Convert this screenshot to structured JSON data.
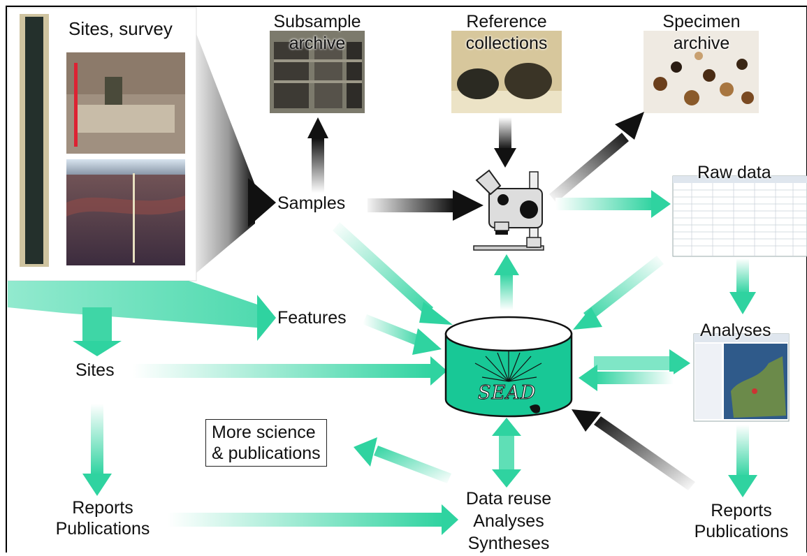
{
  "photos": {
    "sites_survey": "Sites, survey",
    "subsample_archive": [
      "Subsample",
      "archive"
    ],
    "reference_collections": [
      "Reference",
      "collections"
    ],
    "specimen_archive": [
      "Specimen",
      "archive"
    ],
    "raw_data": "Raw data",
    "analyses": "Analyses"
  },
  "nodes": {
    "samples": "Samples",
    "features": "Features",
    "sites": "Sites",
    "reports_left": [
      "Reports",
      "Publications"
    ],
    "reports_right": [
      "Reports",
      "Publications"
    ],
    "data_reuse": [
      "Data reuse",
      "Analyses",
      "Syntheses"
    ],
    "more_science": [
      "More science",
      "& publications"
    ],
    "database_logo": "SEAD"
  },
  "colors": {
    "arrow_green": "#3fd6a6",
    "arrow_dark": "#111111",
    "database_fill": "#18c896",
    "frame": "#000000"
  }
}
